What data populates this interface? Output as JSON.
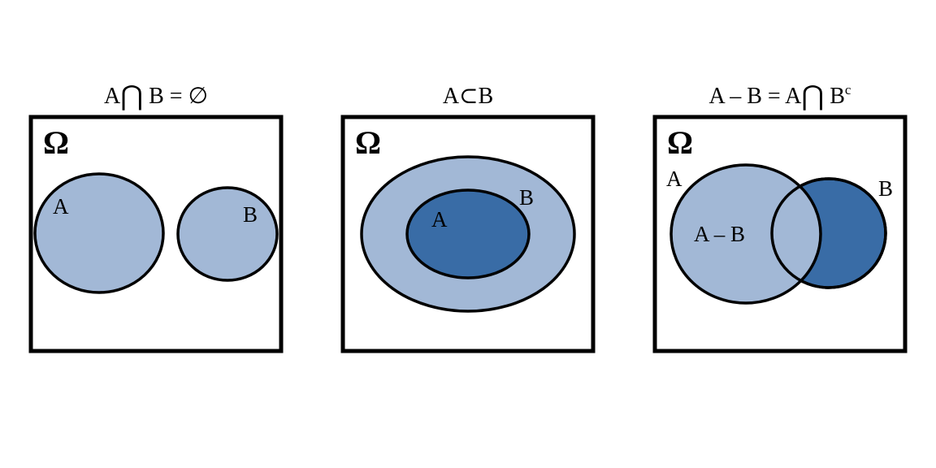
{
  "colors": {
    "light_fill": "#a2b8d6",
    "dark_fill": "#396ca6",
    "outline": "#000000",
    "background": "#ffffff"
  },
  "panels": [
    {
      "caption_parts": [
        "A",
        "⋂",
        " B = ∅"
      ],
      "universe_label": "Ω",
      "set_a_label": "A",
      "set_b_label": "B"
    },
    {
      "caption": "A⊂B",
      "universe_label": "Ω",
      "set_a_label": "A",
      "set_b_label": "B"
    },
    {
      "caption_parts": [
        "A – B = A",
        "⋂",
        " B",
        "c"
      ],
      "universe_label": "Ω",
      "set_a_label": "A",
      "set_b_label": "B",
      "difference_label": "A – B"
    }
  ]
}
